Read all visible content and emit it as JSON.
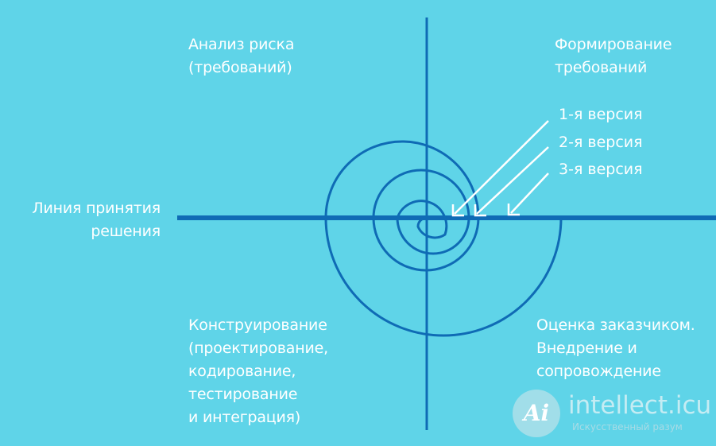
{
  "labels": {
    "top_left": "Анализ риска\n(требований)",
    "top_right": "Формирование\nтребований",
    "left": "Линия принятия\nрешения",
    "bottom_left": "Конструирование\n(проектирование,\nкодирование,\nтестирование\nи интеграция)",
    "bottom_right": "Оценка заказчиком.\nВнедрение и\nсопровождение"
  },
  "versions": [
    "1-я версия",
    "2-я версия",
    "3-я версия"
  ],
  "watermark": {
    "letter": "Ai",
    "title": "intellect.icu",
    "subtitle": "Искусственный разум"
  },
  "colors": {
    "background": "#5fd4e8",
    "lines": "#0f6bb5",
    "text": "#ffffff"
  }
}
